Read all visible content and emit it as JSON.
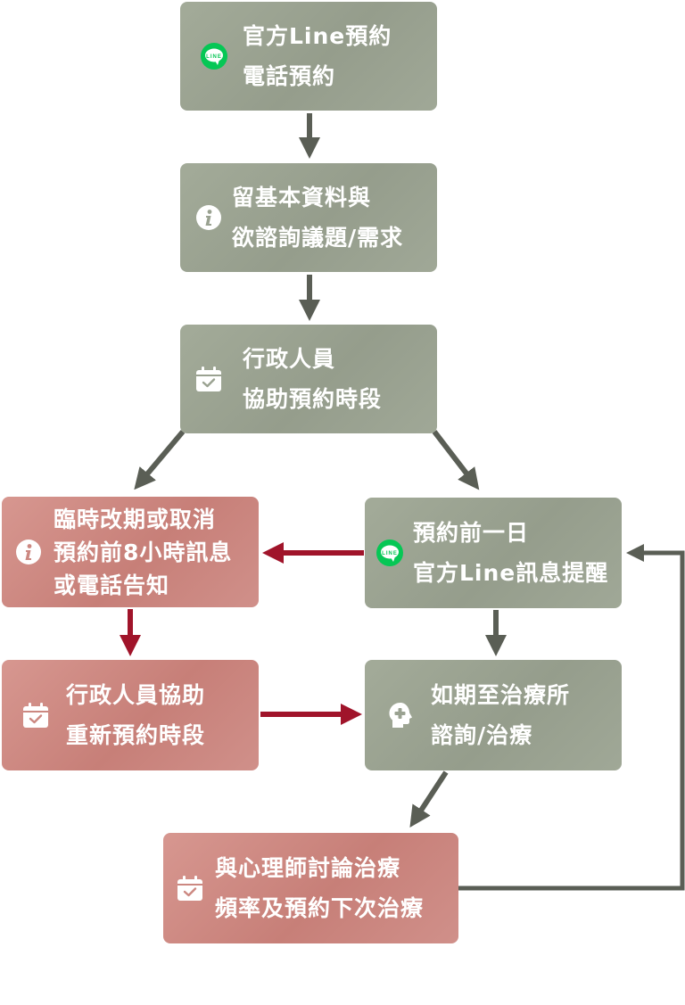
{
  "nodes": {
    "line_booking": {
      "line1": "官方Line預約",
      "line2": "電話預約",
      "icon": "line-icon"
    },
    "leave_info": {
      "line1": "留基本資料與",
      "line2": "欲諮詢議題/需求",
      "icon": "info-icon"
    },
    "admin_schedule": {
      "line1": "行政人員",
      "line2": "協助預約時段",
      "icon": "calendar-check-icon"
    },
    "reminder": {
      "line1": "預約前一日",
      "line2": "官方Line訊息提醒",
      "icon": "line-icon"
    },
    "cancel": {
      "line1": "臨時改期或取消",
      "line2": "預約前8小時訊息",
      "line3": "或電話告知",
      "icon": "info-icon"
    },
    "reschedule": {
      "line1": "行政人員協助",
      "line2": "重新預約時段",
      "icon": "calendar-check-icon"
    },
    "attend": {
      "line1": "如期至治療所",
      "line2": "諮詢/治療",
      "icon": "head-plus-icon"
    },
    "discuss": {
      "line1": "與心理師討論治療",
      "line2": "頻率及預約下次治療",
      "icon": "calendar-check-icon"
    }
  },
  "colors": {
    "green_box": "#9aa291",
    "red_box": "#cc8881",
    "gray_arrow": "#5a5e55",
    "red_arrow": "#a0142a",
    "line_green": "#06c755"
  }
}
